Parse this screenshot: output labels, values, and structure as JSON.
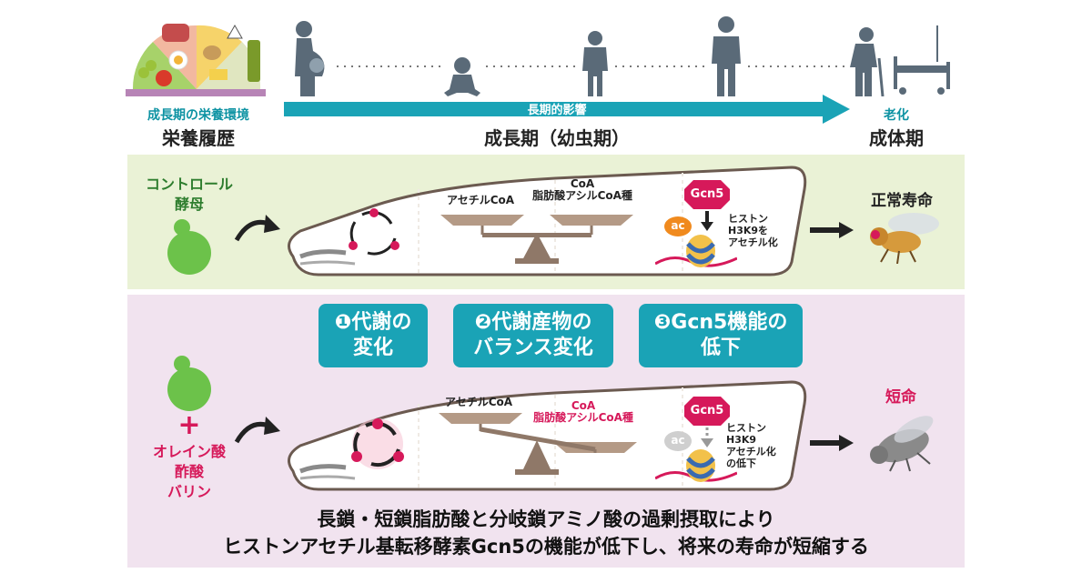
{
  "timeline": {
    "left_caption": "成長期の栄養環境",
    "left_title": "栄養履歴",
    "arrow_caption": "長期的影響",
    "center_title": "成長期（幼虫期）",
    "right_caption": "老化",
    "right_title": "成体期"
  },
  "control": {
    "yeast_label_1": "コントロール",
    "yeast_label_2": "酵母",
    "metabolite_left": "アセチルCoA",
    "metabolite_right_1": "CoA",
    "metabolite_right_2": "脂肪酸アシルCoA種",
    "enzyme": "Gcn5",
    "ac_badge": "ac",
    "histone_1": "ヒストン",
    "histone_2": "H3K9を",
    "histone_3": "アセチル化",
    "outcome": "正常寿命"
  },
  "treatment": {
    "plus": "+",
    "label_1": "オレイン酸",
    "label_2": "酢酸",
    "label_3": "バリン",
    "metabolite_left": "アセチルCoA",
    "metabolite_right_1": "CoA",
    "metabolite_right_2": "脂肪酸アシルCoA種",
    "enzyme": "Gcn5",
    "ac_badge": "ac",
    "histone_1": "ヒストン",
    "histone_2": "H3K9",
    "histone_3": "アセチル化",
    "histone_4": "の低下",
    "outcome": "短命"
  },
  "effects": [
    {
      "num": "❶",
      "line1": "代謝の",
      "line2": "変化"
    },
    {
      "num": "❷",
      "line1": "代謝産物の",
      "line2": "バランス変化"
    },
    {
      "num": "❸",
      "line1": "Gcn5機能の",
      "line2": "低下"
    }
  ],
  "summary": {
    "line1": "長鎖・短鎖脂肪酸と分岐鎖アミノ酸の過剰摂取により",
    "line2": "ヒストンアセチル基転移酵素Gcn5の機能が低下し、将来の寿命が短縮する"
  },
  "colors": {
    "teal": "#1aa3b6",
    "green_panel": "#eaf2d6",
    "pink_panel": "#f1e3ef",
    "magenta": "#d6195a",
    "yeast_green": "#6cc24a",
    "enzyme_red": "#d6195a"
  }
}
